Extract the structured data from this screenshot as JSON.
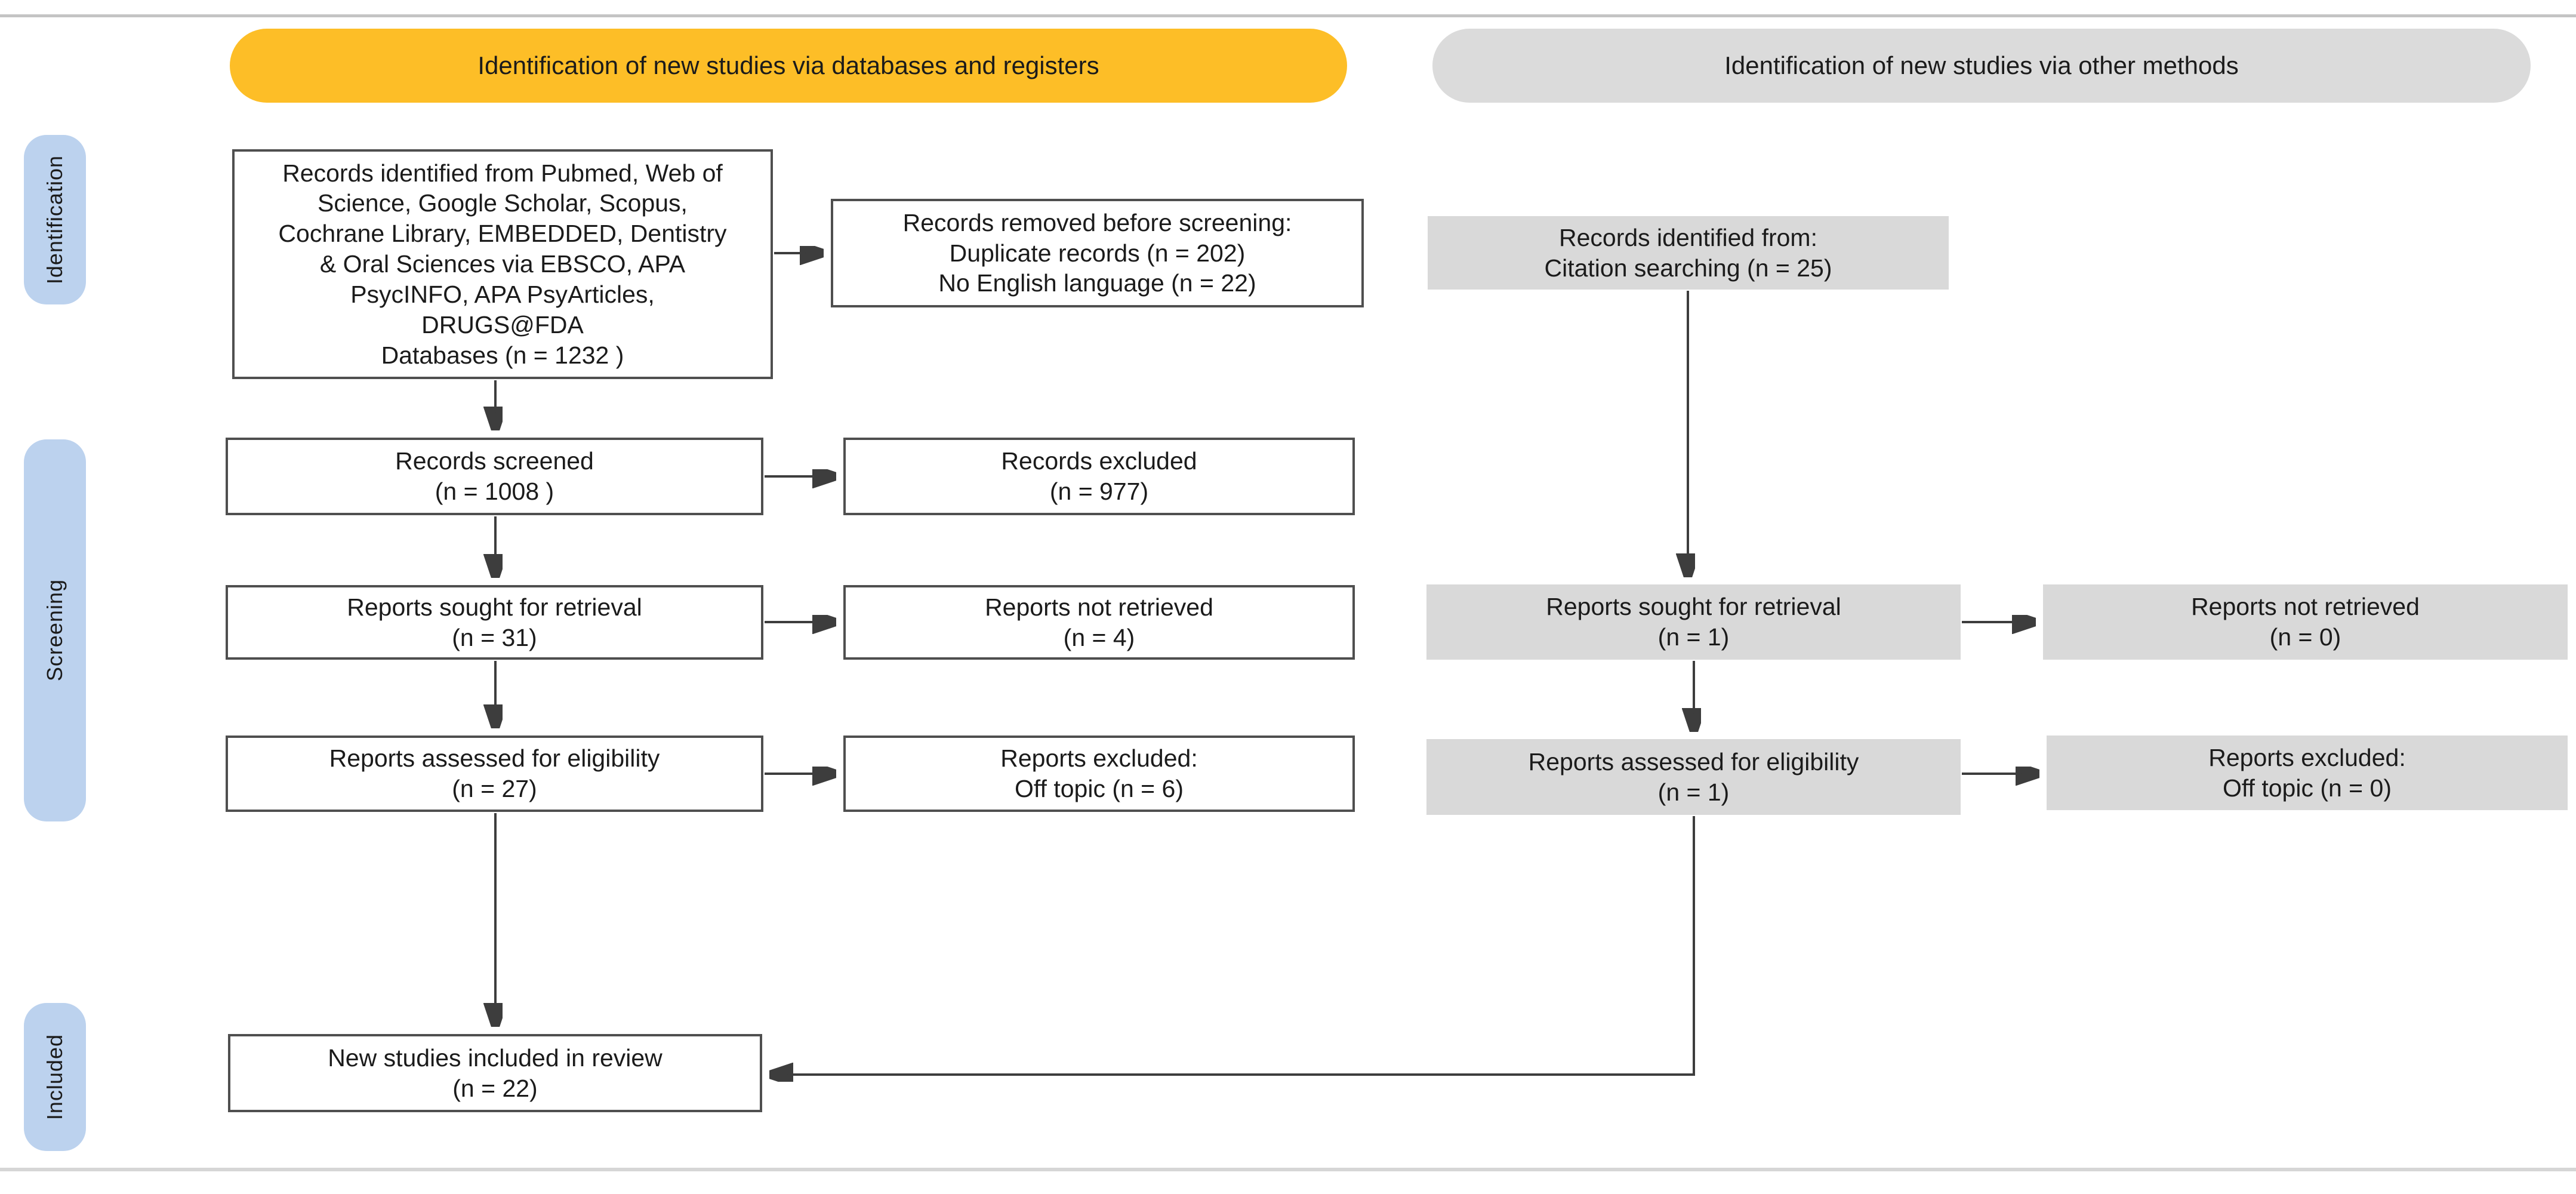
{
  "banners": {
    "databases": "Identification of new studies via databases and registers",
    "other_methods": "Identification of new studies via other methods"
  },
  "stage_labels": {
    "identification": "Identification",
    "screening": "Screening",
    "included": "Included"
  },
  "boxes": {
    "db_identified": [
      "Records identified from Pubmed, Web of",
      "Science, Google Scholar, Scopus,",
      "Cochrane Library, EMBEDDED, Dentistry",
      "& Oral Sciences via EBSCO, APA",
      "PsycINFO, APA PsyArticles,",
      "DRUGS@FDA",
      "Databases (n = 1232 )"
    ],
    "records_removed": [
      "Records removed before screening:",
      "Duplicate records (n = 202)",
      "No English language (n = 22)"
    ],
    "records_screened": [
      "Records screened",
      "(n = 1008 )"
    ],
    "records_excluded": [
      "Records excluded",
      "(n = 977)"
    ],
    "reports_sought_db": [
      "Reports sought for retrieval",
      "(n = 31)"
    ],
    "reports_not_retrieved_db": [
      "Reports not retrieved",
      "(n = 4)"
    ],
    "reports_assessed_db": [
      "Reports assessed for eligibility",
      "(n = 27)"
    ],
    "reports_excluded_db": [
      "Reports excluded:",
      "Off topic (n = 6)"
    ],
    "citation_identified": [
      "Records identified from:",
      "Citation searching (n = 25)"
    ],
    "reports_sought_other": [
      "Reports sought for retrieval",
      "(n = 1)"
    ],
    "reports_not_retrieved_other": [
      "Reports not retrieved",
      "(n = 0)"
    ],
    "reports_assessed_other": [
      "Reports assessed for eligibility",
      "(n = 1)"
    ],
    "reports_excluded_other": [
      "Reports excluded:",
      "Off topic (n =  0)"
    ],
    "new_studies_included": [
      "New studies included in review",
      "(n = 22)"
    ]
  },
  "colors": {
    "accent-orange": "#FDBE27",
    "banner-gray": "#DBDBDB",
    "stage-blue": "#BCD2EE",
    "box-gray": "#D9D9D9",
    "box-border": "#4F4F4F",
    "arrow": "#3D3D3D",
    "text": "#1B1B1B"
  }
}
